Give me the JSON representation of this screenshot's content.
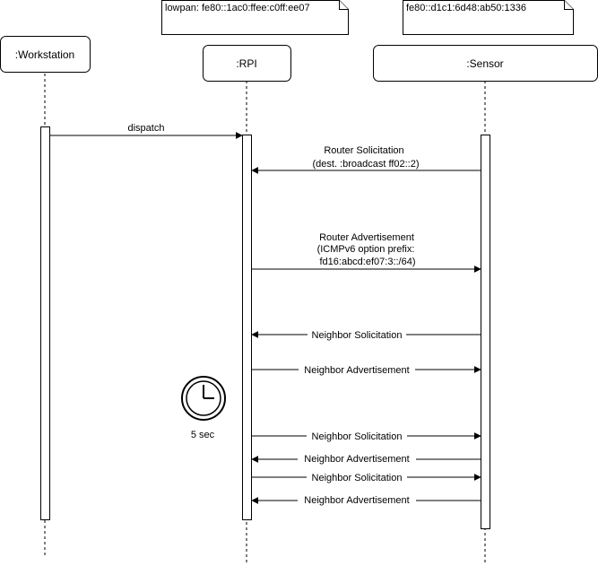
{
  "participants": [
    {
      "id": "workstation",
      "label": ":Workstation"
    },
    {
      "id": "rpi",
      "label": ":RPI"
    },
    {
      "id": "sensor",
      "label": ":Sensor"
    }
  ],
  "notes": {
    "rpi": "lowpan: fe80::1ac0:ffee:c0ff:ee07",
    "sensor": "fe80::d1c1:6d48:ab50:1336"
  },
  "messages": [
    {
      "from": "workstation",
      "to": "rpi",
      "lines": [
        "dispatch"
      ]
    },
    {
      "from": "sensor",
      "to": "rpi",
      "lines": [
        "Router Solicitation",
        "(dest. :broadcast ff02::2)"
      ]
    },
    {
      "from": "rpi",
      "to": "sensor",
      "lines": [
        "Router Advertisement",
        "(ICMPv6 option prefix:",
        "fd16:abcd:ef07:3::/64)"
      ]
    },
    {
      "from": "sensor",
      "to": "rpi",
      "lines": [
        "Neighbor Solicitation"
      ]
    },
    {
      "from": "rpi",
      "to": "sensor",
      "lines": [
        "Neighbor Advertisement"
      ]
    },
    {
      "from": "rpi",
      "to": "sensor",
      "lines": [
        "Neighbor Solicitation"
      ]
    },
    {
      "from": "sensor",
      "to": "rpi",
      "lines": [
        "Neighbor Advertisement"
      ]
    },
    {
      "from": "rpi",
      "to": "sensor",
      "lines": [
        "Neighbor Solicitation"
      ]
    },
    {
      "from": "sensor",
      "to": "rpi",
      "lines": [
        "Neighbor Advertisement"
      ]
    }
  ],
  "timer": {
    "icon": "clock-icon",
    "label": "5 sec"
  }
}
